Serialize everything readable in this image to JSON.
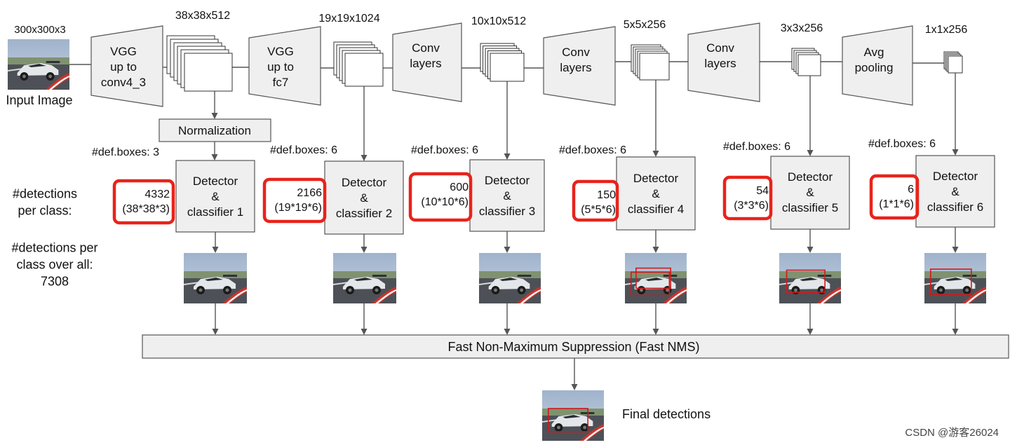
{
  "input": {
    "size_label": "300x300x3",
    "caption": "Input Image",
    "image_icon": "race-car-photo"
  },
  "backbone": [
    {
      "lines": [
        "VGG",
        "up to",
        "conv4_3"
      ]
    },
    {
      "lines": [
        "VGG",
        "up to",
        "fc7"
      ]
    },
    {
      "lines": [
        "Conv",
        "layers"
      ]
    },
    {
      "lines": [
        "Conv",
        "layers"
      ]
    },
    {
      "lines": [
        "Conv",
        "layers"
      ]
    },
    {
      "lines": [
        "Avg",
        "pooling"
      ]
    }
  ],
  "feature_maps": [
    {
      "size": "38x38x512"
    },
    {
      "size": "19x19x1024"
    },
    {
      "size": "10x10x512"
    },
    {
      "size": "5x5x256"
    },
    {
      "size": "3x3x256"
    },
    {
      "size": "1x1x256"
    }
  ],
  "normalization": {
    "label": "Normalization"
  },
  "detectors": [
    {
      "boxes_label": "#def.boxes: 3",
      "lines": [
        "Detector",
        "&",
        "classifier 1"
      ],
      "count": "4332",
      "formula": "(38*38*3)"
    },
    {
      "boxes_label": "#def.boxes: 6",
      "lines": [
        "Detector",
        "&",
        "classifier 2"
      ],
      "count": "2166",
      "formula": "(19*19*6)"
    },
    {
      "boxes_label": "#def.boxes: 6",
      "lines": [
        "Detector",
        "&",
        "classifier 3"
      ],
      "count": "600",
      "formula": "(10*10*6)"
    },
    {
      "boxes_label": "#def.boxes: 6",
      "lines": [
        "Detector",
        "&",
        "classifier 4"
      ],
      "count": "150",
      "formula": "(5*5*6)"
    },
    {
      "boxes_label": "#def.boxes: 6",
      "lines": [
        "Detector",
        "&",
        "classifier 5"
      ],
      "count": "54",
      "formula": "(3*3*6)"
    },
    {
      "boxes_label": "#def.boxes: 6",
      "lines": [
        "Detector",
        "&",
        "classifier 6"
      ],
      "count": "6",
      "formula": "(1*1*6)"
    }
  ],
  "left_labels": {
    "detections_per_class": [
      "#detections",
      "per class:"
    ],
    "detections_overall": [
      "#detections per",
      "class over all:",
      "7308"
    ]
  },
  "nms": {
    "label": "Fast Non-Maximum Suppression (Fast NMS)"
  },
  "final": {
    "label": "Final detections"
  },
  "watermark": "CSDN @游客26024",
  "colors": {
    "box_fill": "#efefef",
    "stroke": "#555555",
    "highlight": "#e8231a",
    "detection_box": "#d11a1a"
  }
}
